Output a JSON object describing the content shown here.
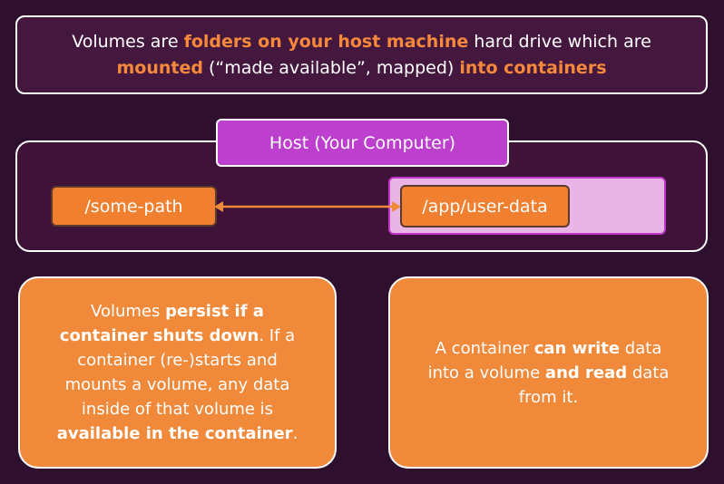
{
  "intro": {
    "parts": [
      {
        "text": "Volumes are ",
        "highlight": false
      },
      {
        "text": "folders on your host machine",
        "highlight": true
      },
      {
        "text": " hard drive which are ",
        "highlight": false
      },
      {
        "text": "mounted",
        "highlight": true
      },
      {
        "text": " (“made available”, mapped) ",
        "highlight": false
      },
      {
        "text": "into containers",
        "highlight": true
      }
    ]
  },
  "host": {
    "title": "Host (Your Computer)",
    "host_path": "/some-path",
    "container_path": "/app/user-data"
  },
  "notes": {
    "left": [
      {
        "text": "Volumes ",
        "bold": false
      },
      {
        "text": "persist if a container shuts down",
        "bold": true
      },
      {
        "text": ". If a container (re-)starts and mounts a volume, any data inside of that volume is ",
        "bold": false
      },
      {
        "text": "available in the container",
        "bold": true
      },
      {
        "text": ".",
        "bold": false
      }
    ],
    "right": [
      {
        "text": "A container ",
        "bold": false
      },
      {
        "text": "can write",
        "bold": true
      },
      {
        "text": " data into a volume ",
        "bold": false
      },
      {
        "text": "and read",
        "bold": true
      },
      {
        "text": " data from it.",
        "bold": false
      }
    ]
  },
  "colors": {
    "background": "#2e0f2e",
    "accent_orange": "#f0893a",
    "host_purple": "#bd3fcd",
    "container_pink": "#e9b4e6"
  }
}
